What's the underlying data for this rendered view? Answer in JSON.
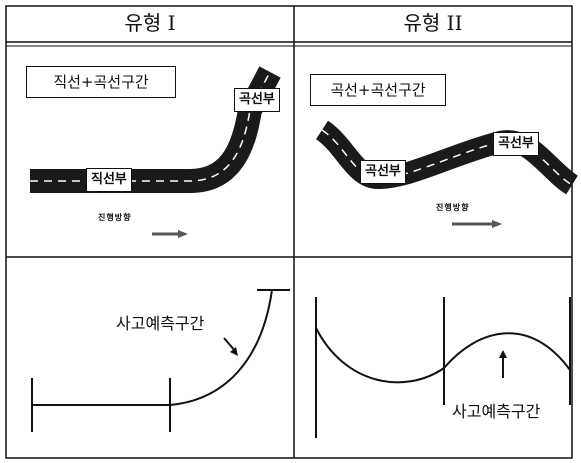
{
  "table": {
    "col1_header": "유형 I",
    "col2_header": "유형 II"
  },
  "type1": {
    "segment_label": "직선+곡선구간",
    "curve_tag": "곡선부",
    "straight_tag": "직선부",
    "direction_label": "진행방향",
    "zone_label": "사고예측구간"
  },
  "type2": {
    "segment_label": "곡선+곡선구간",
    "curve_tag_left": "곡선부",
    "curve_tag_right": "곡선부",
    "direction_label": "진행방향",
    "zone_label": "사고예측구간"
  },
  "colors": {
    "line": "#111111",
    "road": "#1a1a1a",
    "lane": "#ffffff"
  }
}
